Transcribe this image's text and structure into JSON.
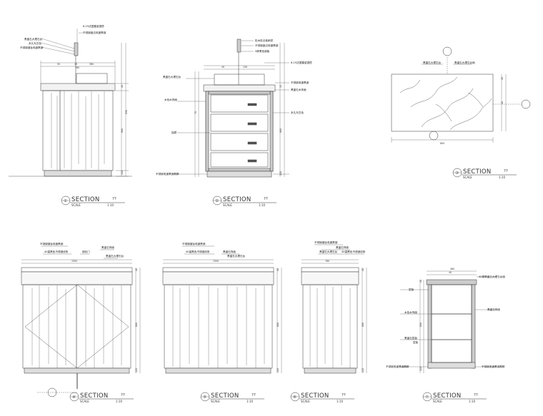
{
  "panels": [
    {
      "title": "SECTION",
      "scale_label": "SCALE",
      "scale": "1:10",
      "ref": "??",
      "marker": "①",
      "labels": [
        "6.25法国雷诺银镜",
        "不锈钢嵌边电镀黑钢",
        "黑晶石大理石台",
        "永久光白色",
        "不锈钢镀钛电镀黑钢"
      ],
      "dims": [
        "50",
        "930",
        "15",
        "380",
        "40",
        "760",
        "880",
        "120"
      ]
    },
    {
      "title": "SECTION",
      "scale_label": "SCALE",
      "scale": "1:10",
      "ref": "??",
      "marker": "②",
      "labels": [
        "松木胶合板刷漆",
        "不锈钢嵌边电镀黑钢",
        "5厚黑色钢板",
        "6.25法国雷诺银镜",
        "黑晶石大理石台",
        "不锈钢电镀黑钢",
        "黑晶石木饰面",
        "永久光白色",
        "木色木饰面",
        "抽屉",
        "不锈钢电镀黑钢踢脚"
      ],
      "dims": [
        "40",
        "130",
        "15",
        "880",
        "70",
        "120"
      ]
    },
    {
      "title": "SECTION",
      "scale_label": "SCALE",
      "scale": "1:10",
      "ref": "??",
      "marker": "③",
      "labels": [
        "黑晶石大理石台",
        "黑晶石大理石台面"
      ],
      "dims": [
        "50",
        "40",
        "800"
      ]
    },
    {
      "title": "SECTION",
      "scale_label": "SCALE",
      "scale": "1:10",
      "ref": "??",
      "marker": "④",
      "labels": [
        "不锈钢镀钛电镀黑钢",
        "40高黑色不锈钢线条",
        "黑晶石饰面",
        "黑晶石大理石台",
        "钢化门"
      ],
      "dims": [
        "1500",
        "40",
        "880",
        "120"
      ]
    },
    {
      "title": "SECTION",
      "scale_label": "SCALE",
      "scale": "1:10",
      "ref": "??",
      "marker": "⑤",
      "labels": [
        "不锈钢镀钛电镀黑钢",
        "40高黑色不锈钢线条",
        "黑晶石饰面",
        "黑晶石大理石台"
      ],
      "dims": [
        "1500",
        "40",
        "880",
        "120"
      ]
    },
    {
      "title": "SECTION",
      "scale_label": "SCALE",
      "scale": "1:10",
      "ref": "??",
      "marker": "⑥",
      "labels": [
        "不锈钢镀钛电镀黑钢",
        "黑晶石饰面",
        "黑晶石大理石台",
        "40高黑色不锈钢线条"
      ],
      "dims": [
        "760",
        "40",
        "880",
        "120"
      ]
    },
    {
      "title": "SECTION",
      "scale_label": "SCALE",
      "scale": "1:10",
      "ref": "??",
      "marker": "⑦",
      "labels": [
        "40厚黑晶石大理石台面",
        "层板",
        "黑晶石饰面",
        "木色木饰面",
        "黑晶石层板",
        "层板",
        "不锈钢电镀黑钢踢脚",
        "不锈钢电镀黑钢踢脚"
      ],
      "dims": [
        "40",
        "460",
        "40",
        "880",
        "120"
      ]
    }
  ]
}
